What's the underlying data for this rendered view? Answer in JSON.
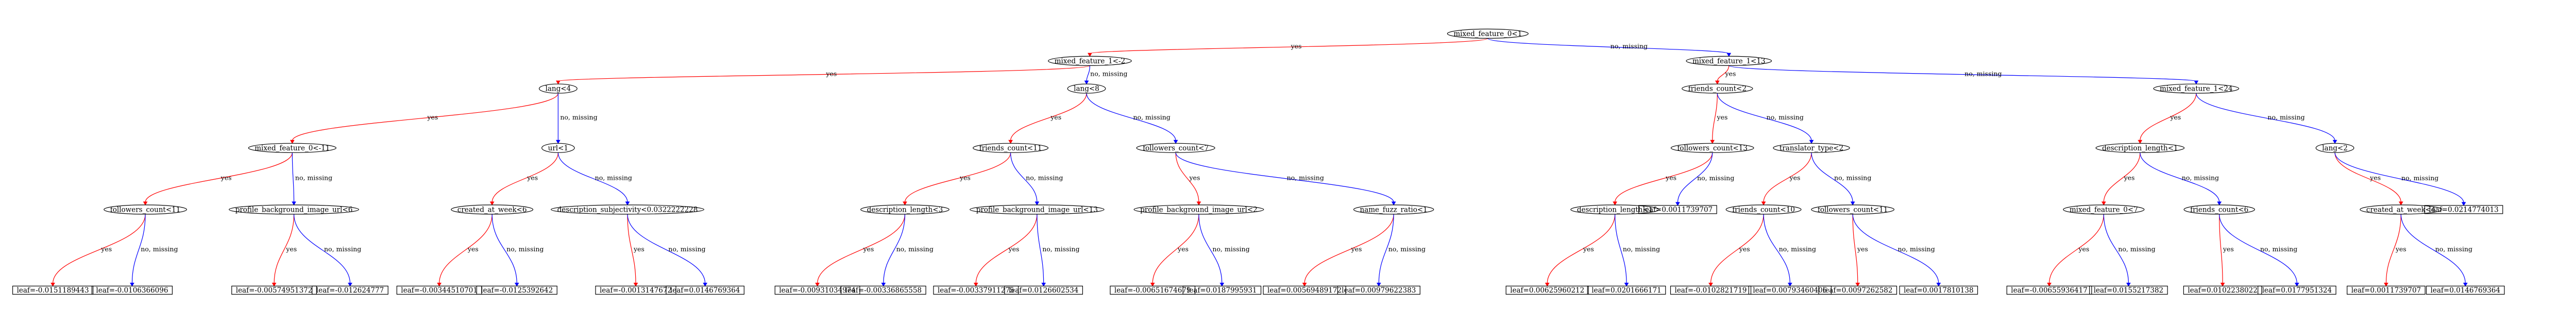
{
  "colors": {
    "yes_edge": "#ff0000",
    "no_edge": "#0000ff",
    "node_outline": "#000000",
    "background": "#ffffff"
  },
  "tree": {
    "nodes": [
      {
        "id": "n0",
        "label": "mixed_feature_0<1",
        "kind": "split"
      },
      {
        "id": "n1",
        "label": "mixed_feature_1<-2",
        "kind": "split"
      },
      {
        "id": "n2",
        "label": "mixed_feature_1<13",
        "kind": "split"
      },
      {
        "id": "n3",
        "label": "lang<4",
        "kind": "split"
      },
      {
        "id": "n4",
        "label": "lang<8",
        "kind": "split"
      },
      {
        "id": "n5",
        "label": "friends_count<2",
        "kind": "split"
      },
      {
        "id": "n6",
        "label": "mixed_feature_1<24",
        "kind": "split"
      },
      {
        "id": "n7",
        "label": "mixed_feature_0<-11",
        "kind": "split"
      },
      {
        "id": "n8",
        "label": "url<1",
        "kind": "split"
      },
      {
        "id": "n9",
        "label": "friends_count<11",
        "kind": "split"
      },
      {
        "id": "n10",
        "label": "followers_count<7",
        "kind": "split"
      },
      {
        "id": "n11",
        "label": "followers_count<13",
        "kind": "split"
      },
      {
        "id": "n12",
        "label": "translator_type<2",
        "kind": "split"
      },
      {
        "id": "n13",
        "label": "description_length<1",
        "kind": "split"
      },
      {
        "id": "n14",
        "label": "lang<2",
        "kind": "split"
      },
      {
        "id": "n15",
        "label": "followers_count<11",
        "kind": "split"
      },
      {
        "id": "n16",
        "label": "profile_background_image_url<6",
        "kind": "split"
      },
      {
        "id": "n17",
        "label": "created_at_week<6",
        "kind": "split"
      },
      {
        "id": "n18",
        "label": "description_subjectivity<0.0322222228",
        "kind": "split"
      },
      {
        "id": "n19",
        "label": "description_length<3",
        "kind": "split"
      },
      {
        "id": "n20",
        "label": "profile_background_image_url<13",
        "kind": "split"
      },
      {
        "id": "n21",
        "label": "profile_background_image_url<2",
        "kind": "split"
      },
      {
        "id": "n22",
        "label": "name_fuzz_ratio<1",
        "kind": "split"
      },
      {
        "id": "n23",
        "label": "description_length<1",
        "kind": "split"
      },
      {
        "id": "n24",
        "label": "leaf=0.0011739707",
        "kind": "leaf"
      },
      {
        "id": "n25",
        "label": "friends_count<10",
        "kind": "split"
      },
      {
        "id": "n26",
        "label": "followers_count<11",
        "kind": "split"
      },
      {
        "id": "n27",
        "label": "mixed_feature_0<7",
        "kind": "split"
      },
      {
        "id": "n28",
        "label": "friends_count<6",
        "kind": "split"
      },
      {
        "id": "n29",
        "label": "created_at_week<4",
        "kind": "split"
      },
      {
        "id": "n30",
        "label": "leaf=0.0214774013",
        "kind": "leaf"
      },
      {
        "id": "l1",
        "label": "leaf=-0.0151189443",
        "kind": "leaf"
      },
      {
        "id": "l2",
        "label": "leaf=-0.0106366096",
        "kind": "leaf"
      },
      {
        "id": "l3",
        "label": "leaf=-0.00574951372",
        "kind": "leaf"
      },
      {
        "id": "l4",
        "label": "leaf=-0.012624777",
        "kind": "leaf"
      },
      {
        "id": "l5",
        "label": "leaf=-0.00344510701",
        "kind": "leaf"
      },
      {
        "id": "l6",
        "label": "leaf=-0.0125392642",
        "kind": "leaf"
      },
      {
        "id": "l7",
        "label": "leaf=-0.0013147672",
        "kind": "leaf"
      },
      {
        "id": "l8",
        "label": "leaf=0.0146769364",
        "kind": "leaf"
      },
      {
        "id": "l9",
        "label": "leaf=-0.00931034974",
        "kind": "leaf"
      },
      {
        "id": "l10",
        "label": "leaf=-0.00336865558",
        "kind": "leaf"
      },
      {
        "id": "l11",
        "label": "leaf=-0.00337911275",
        "kind": "leaf"
      },
      {
        "id": "l12",
        "label": "leaf=0.0126602534",
        "kind": "leaf"
      },
      {
        "id": "l13",
        "label": "leaf=-0.00651674679",
        "kind": "leaf"
      },
      {
        "id": "l14",
        "label": "leaf=0.0187995931",
        "kind": "leaf"
      },
      {
        "id": "l15",
        "label": "leaf=0.00569489172",
        "kind": "leaf"
      },
      {
        "id": "l16",
        "label": "leaf=0.00979622383",
        "kind": "leaf"
      },
      {
        "id": "l17",
        "label": "leaf=0.00625960212",
        "kind": "leaf"
      },
      {
        "id": "l18",
        "label": "leaf=0.0201666171",
        "kind": "leaf"
      },
      {
        "id": "l19",
        "label": "leaf=-0.0102821719",
        "kind": "leaf"
      },
      {
        "id": "l20",
        "label": "leaf=0.00793460406",
        "kind": "leaf"
      },
      {
        "id": "l21",
        "label": "leaf=0.0097262582",
        "kind": "leaf"
      },
      {
        "id": "l22",
        "label": "leaf=0.0017810138",
        "kind": "leaf"
      },
      {
        "id": "l23",
        "label": "leaf=-0.00655936417",
        "kind": "leaf"
      },
      {
        "id": "l24",
        "label": "leaf=0.0155217382",
        "kind": "leaf"
      },
      {
        "id": "l25",
        "label": "leaf=0.0102238022",
        "kind": "leaf"
      },
      {
        "id": "l26",
        "label": "leaf=0.0177951324",
        "kind": "leaf"
      },
      {
        "id": "l27",
        "label": "leaf=0.0011739707",
        "kind": "leaf"
      },
      {
        "id": "l28",
        "label": "leaf=0.0146769364",
        "kind": "leaf"
      }
    ],
    "edges": [
      {
        "from": "n0",
        "to": "n1",
        "label": "yes",
        "type": "yes"
      },
      {
        "from": "n0",
        "to": "n2",
        "label": "no, missing",
        "type": "no"
      },
      {
        "from": "n1",
        "to": "n3",
        "label": "yes",
        "type": "yes"
      },
      {
        "from": "n1",
        "to": "n4",
        "label": "no, missing",
        "type": "no"
      },
      {
        "from": "n2",
        "to": "n5",
        "label": "yes",
        "type": "yes"
      },
      {
        "from": "n2",
        "to": "n6",
        "label": "no, missing",
        "type": "no"
      },
      {
        "from": "n3",
        "to": "n7",
        "label": "yes",
        "type": "yes"
      },
      {
        "from": "n3",
        "to": "n8",
        "label": "no, missing",
        "type": "no"
      },
      {
        "from": "n4",
        "to": "n9",
        "label": "yes",
        "type": "yes"
      },
      {
        "from": "n4",
        "to": "n10",
        "label": "no, missing",
        "type": "no"
      },
      {
        "from": "n5",
        "to": "n11",
        "label": "yes",
        "type": "yes"
      },
      {
        "from": "n5",
        "to": "n12",
        "label": "no, missing",
        "type": "no"
      },
      {
        "from": "n6",
        "to": "n13",
        "label": "yes",
        "type": "yes"
      },
      {
        "from": "n6",
        "to": "n14",
        "label": "no, missing",
        "type": "no"
      },
      {
        "from": "n7",
        "to": "n15",
        "label": "yes",
        "type": "yes"
      },
      {
        "from": "n7",
        "to": "n16",
        "label": "no, missing",
        "type": "no"
      },
      {
        "from": "n8",
        "to": "n17",
        "label": "yes",
        "type": "yes"
      },
      {
        "from": "n8",
        "to": "n18",
        "label": "no, missing",
        "type": "no"
      },
      {
        "from": "n9",
        "to": "n19",
        "label": "yes",
        "type": "yes"
      },
      {
        "from": "n9",
        "to": "n20",
        "label": "no, missing",
        "type": "no"
      },
      {
        "from": "n10",
        "to": "n21",
        "label": "yes",
        "type": "yes"
      },
      {
        "from": "n10",
        "to": "n22",
        "label": "no, missing",
        "type": "no"
      },
      {
        "from": "n11",
        "to": "n23",
        "label": "yes",
        "type": "yes"
      },
      {
        "from": "n11",
        "to": "n24",
        "label": "no, missing",
        "type": "no"
      },
      {
        "from": "n12",
        "to": "n25",
        "label": "yes",
        "type": "yes"
      },
      {
        "from": "n12",
        "to": "n26",
        "label": "no, missing",
        "type": "no"
      },
      {
        "from": "n13",
        "to": "n27",
        "label": "yes",
        "type": "yes"
      },
      {
        "from": "n13",
        "to": "n28",
        "label": "no, missing",
        "type": "no"
      },
      {
        "from": "n14",
        "to": "n29",
        "label": "yes",
        "type": "yes"
      },
      {
        "from": "n14",
        "to": "n30",
        "label": "no, missing",
        "type": "no"
      },
      {
        "from": "n15",
        "to": "l1",
        "label": "yes",
        "type": "yes"
      },
      {
        "from": "n15",
        "to": "l2",
        "label": "no, missing",
        "type": "no"
      },
      {
        "from": "n16",
        "to": "l3",
        "label": "yes",
        "type": "yes"
      },
      {
        "from": "n16",
        "to": "l4",
        "label": "no, missing",
        "type": "no"
      },
      {
        "from": "n17",
        "to": "l5",
        "label": "yes",
        "type": "yes"
      },
      {
        "from": "n17",
        "to": "l6",
        "label": "no, missing",
        "type": "no"
      },
      {
        "from": "n18",
        "to": "l7",
        "label": "yes",
        "type": "yes"
      },
      {
        "from": "n18",
        "to": "l8",
        "label": "no, missing",
        "type": "no"
      },
      {
        "from": "n19",
        "to": "l9",
        "label": "yes",
        "type": "yes"
      },
      {
        "from": "n19",
        "to": "l10",
        "label": "no, missing",
        "type": "no"
      },
      {
        "from": "n20",
        "to": "l11",
        "label": "yes",
        "type": "yes"
      },
      {
        "from": "n20",
        "to": "l12",
        "label": "no, missing",
        "type": "no"
      },
      {
        "from": "n21",
        "to": "l13",
        "label": "yes",
        "type": "yes"
      },
      {
        "from": "n21",
        "to": "l14",
        "label": "no, missing",
        "type": "no"
      },
      {
        "from": "n22",
        "to": "l15",
        "label": "yes",
        "type": "yes"
      },
      {
        "from": "n22",
        "to": "l16",
        "label": "no, missing",
        "type": "no"
      },
      {
        "from": "n23",
        "to": "l17",
        "label": "yes",
        "type": "yes"
      },
      {
        "from": "n23",
        "to": "l18",
        "label": "no, missing",
        "type": "no"
      },
      {
        "from": "n25",
        "to": "l19",
        "label": "yes",
        "type": "yes"
      },
      {
        "from": "n25",
        "to": "l20",
        "label": "no, missing",
        "type": "no"
      },
      {
        "from": "n26",
        "to": "l21",
        "label": "yes",
        "type": "yes"
      },
      {
        "from": "n26",
        "to": "l22",
        "label": "no, missing",
        "type": "no"
      },
      {
        "from": "n27",
        "to": "l23",
        "label": "yes",
        "type": "yes"
      },
      {
        "from": "n27",
        "to": "l24",
        "label": "no, missing",
        "type": "no"
      },
      {
        "from": "n28",
        "to": "l25",
        "label": "yes",
        "type": "yes"
      },
      {
        "from": "n28",
        "to": "l26",
        "label": "no, missing",
        "type": "no"
      },
      {
        "from": "n29",
        "to": "l27",
        "label": "yes",
        "type": "yes"
      },
      {
        "from": "n29",
        "to": "l28",
        "label": "no, missing",
        "type": "no"
      }
    ]
  }
}
